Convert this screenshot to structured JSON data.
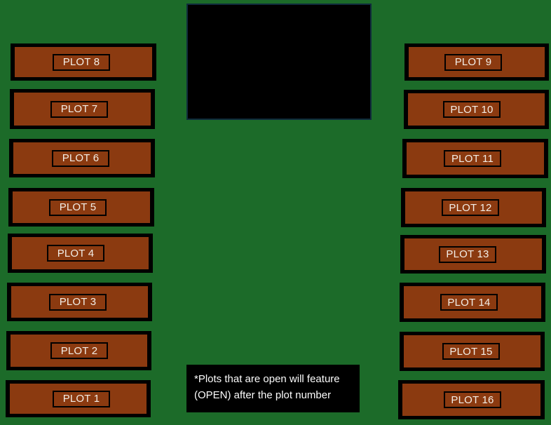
{
  "palette": {
    "background_green": "#1c6b29",
    "plot_brown": "#8b3a10",
    "frame_black": "#000000",
    "panel_black": "#000000",
    "panel_border_navy": "#102c3c",
    "label_text": "#f3eee7",
    "note_text": "#fcfcfc"
  },
  "plots": {
    "left_column": [
      {
        "label": "PLOT 8"
      },
      {
        "label": "PLOT 7"
      },
      {
        "label": "PLOT 6"
      },
      {
        "label": "PLOT 5"
      },
      {
        "label": "PLOT 4"
      },
      {
        "label": "PLOT 3"
      },
      {
        "label": "PLOT 2"
      },
      {
        "label": "PLOT 1"
      }
    ],
    "right_column": [
      {
        "label": "PLOT 9"
      },
      {
        "label": "PLOT 10"
      },
      {
        "label": "PLOT 11"
      },
      {
        "label": "PLOT 12"
      },
      {
        "label": "PLOT 13"
      },
      {
        "label": "PLOT 14"
      },
      {
        "label": "PLOT 15"
      },
      {
        "label": "PLOT 16"
      }
    ]
  },
  "note": {
    "line1": "*Plots that are open will feature",
    "line2": "(OPEN) after the plot number"
  }
}
